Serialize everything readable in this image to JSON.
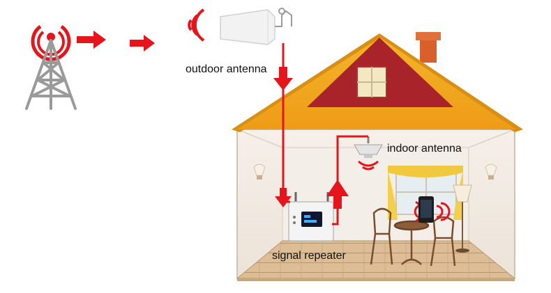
{
  "labels": {
    "outdoor_antenna": "outdoor antenna",
    "indoor_antenna": "indoor antenna",
    "signal_repeater": "signal repeater"
  },
  "colors": {
    "signal_red": "#e8141b",
    "roof_orange": "#f2a81c",
    "roof_gable": "#a8242a",
    "chimney": "#d9602a",
    "wall_cream": "#f3ece4",
    "floor_wood": "#d8b890",
    "tower_grey": "#9a9a9a"
  }
}
